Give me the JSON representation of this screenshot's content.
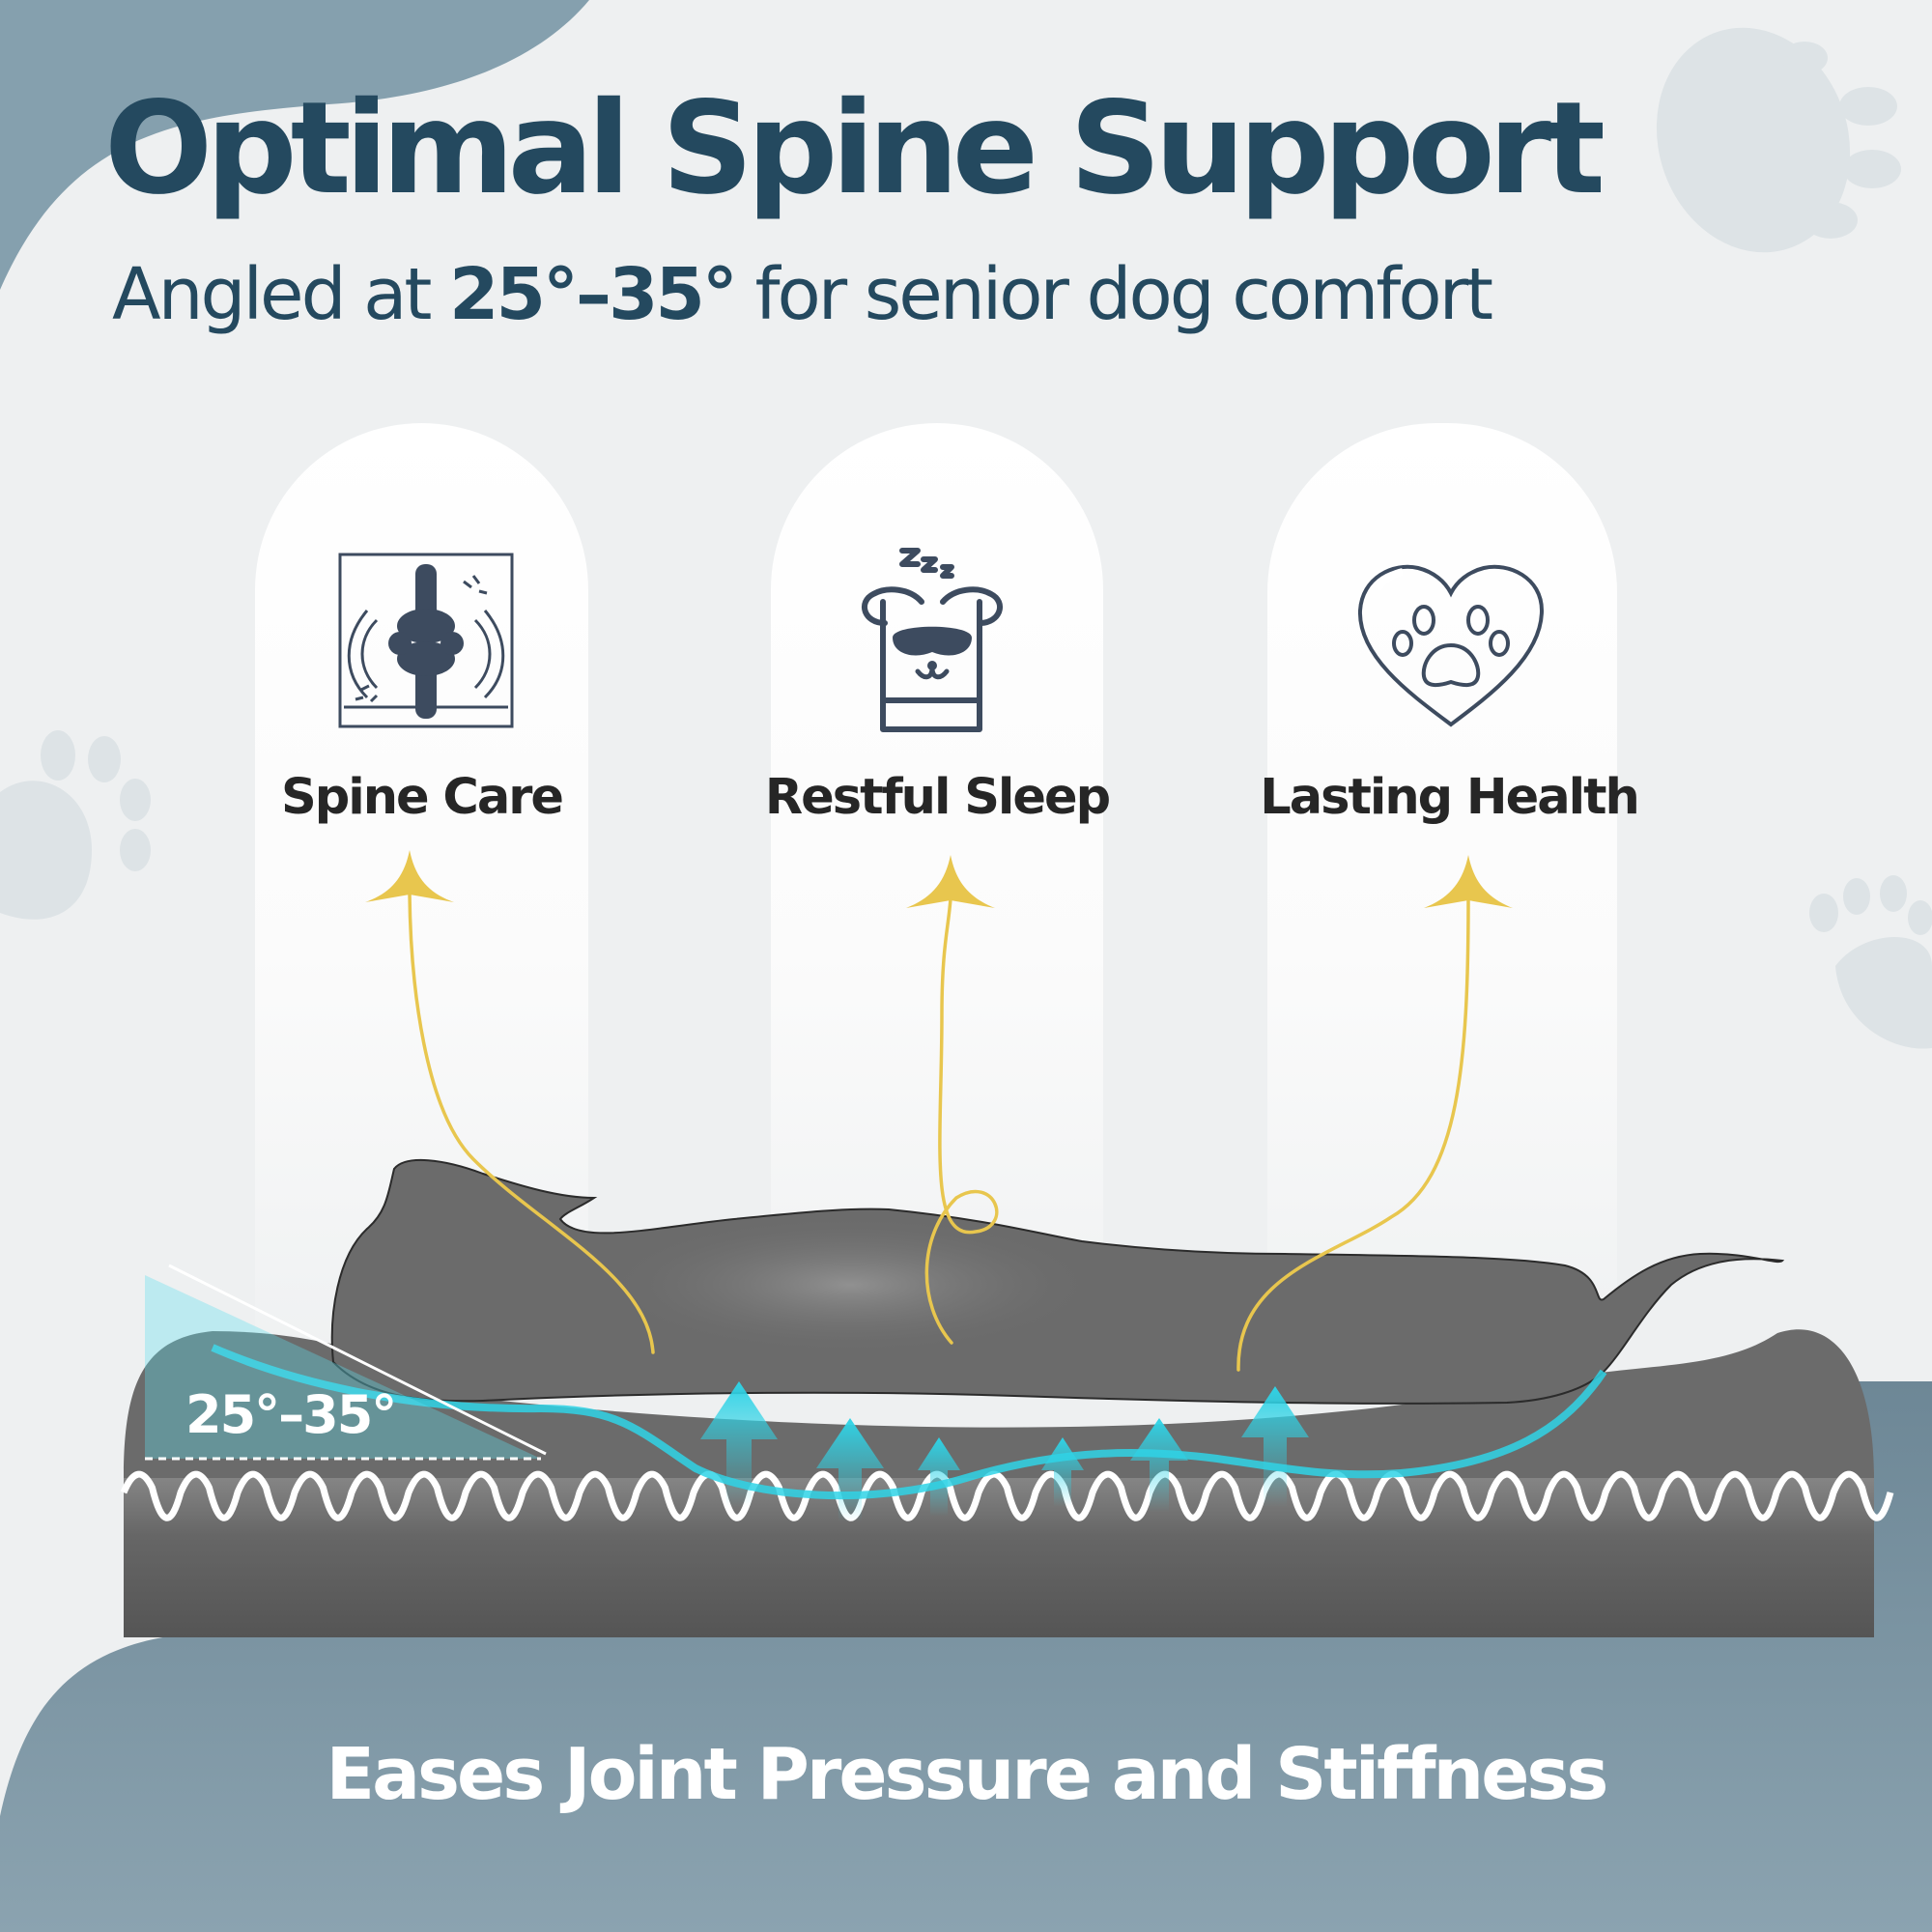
{
  "header": {
    "title": "Optimal Spine Support",
    "subtitle_prefix": "Angled at ",
    "subtitle_angle": "25°–35°",
    "subtitle_suffix": " for senior dog comfort"
  },
  "features": [
    {
      "label": "Spine Care",
      "icon": "spine-joint-icon"
    },
    {
      "label": "Restful Sleep",
      "icon": "sleeping-dog-icon"
    },
    {
      "label": "Lasting Health",
      "icon": "heart-paw-icon"
    }
  ],
  "bed": {
    "angle_label": "25°–35°"
  },
  "footer": {
    "tagline": "Eases Joint Pressure and Stiffness"
  },
  "colors": {
    "title": "#24495f",
    "accent_arrow": "#e8c64e",
    "support_line": "#2fd3e6",
    "bed_foam": "#6b6b6b",
    "floor": "#7d95a3"
  }
}
